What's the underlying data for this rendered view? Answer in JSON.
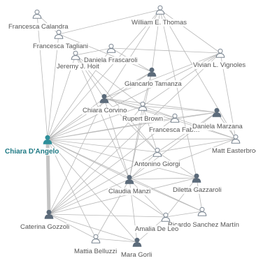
{
  "colors": {
    "edge": "#b8b8b8",
    "edge_strong": "#c4c4c4",
    "node_outline": "#7a8591",
    "node_filled": "#5c6b7a",
    "node_focus": "#2e8f9a",
    "label": "#555555",
    "label_focus": "#1f7a85"
  },
  "nodes": [
    {
      "id": "chiara_dangelo",
      "label": "Chiara D'Angelo",
      "icon": "person-icon",
      "style": "focus"
    },
    {
      "id": "francesca_calandra",
      "label": "Francesca Calandra",
      "icon": "person-outline-icon",
      "style": "outline"
    },
    {
      "id": "william_thomas",
      "label": "William E. Thomas",
      "icon": "person-outline-icon",
      "style": "outline"
    },
    {
      "id": "francesca_tagliani",
      "label": "Francesca Tagliani",
      "icon": "person-outline-icon",
      "style": "outline"
    },
    {
      "id": "daniela_frascaroli",
      "label": "Daniela Frascaroli",
      "icon": "person-outline-icon",
      "style": "outline"
    },
    {
      "id": "jeremy_hoit",
      "label": "Jeremy J. Hoit",
      "icon": "person-outline-icon",
      "style": "outline"
    },
    {
      "id": "vivian_vignoles",
      "label": "Vivian L. Vignoles",
      "icon": "person-outline-icon",
      "style": "outline"
    },
    {
      "id": "giancarlo_tamanza",
      "label": "Giancarlo Tamanza",
      "icon": "person-filled-icon",
      "style": "filled"
    },
    {
      "id": "chiara_corvino",
      "label": "Chiara Corvino",
      "icon": "person-filled-icon",
      "style": "filled"
    },
    {
      "id": "rupert_brown",
      "label": "Rupert Brown",
      "icon": "person-outline-icon",
      "style": "outline"
    },
    {
      "id": "francesca_fabbri",
      "label": "Francesca Fab…",
      "icon": "person-outline-icon",
      "style": "outline"
    },
    {
      "id": "daniela_marzana",
      "label": "Daniela Marzana",
      "icon": "person-filled-icon",
      "style": "filled"
    },
    {
      "id": "matt_easterbrook",
      "label": "Matt Easterbroo",
      "icon": "person-outline-icon",
      "style": "outline"
    },
    {
      "id": "antonino_giorgi",
      "label": "Antonino Giorgi",
      "icon": "person-outline-icon",
      "style": "outline"
    },
    {
      "id": "claudia_manzi",
      "label": "Claudia Manzi",
      "icon": "person-filled-icon",
      "style": "filled"
    },
    {
      "id": "diletta_gazzaroli",
      "label": "Diletta Gazzaroli",
      "icon": "person-filled-icon",
      "style": "filled"
    },
    {
      "id": "caterina_gozzoli",
      "label": "Caterina Gozzoli",
      "icon": "person-filled-icon",
      "style": "filled"
    },
    {
      "id": "ricardo_sanchez",
      "label": "Ricardo Sanchez Martín",
      "icon": "person-outline-icon",
      "style": "outline"
    },
    {
      "id": "amalia_deleo",
      "label": "Amalia De Leo",
      "icon": "person-outline-icon",
      "style": "outline"
    },
    {
      "id": "mattia_belluzzi",
      "label": "Mattia Belluzzi",
      "icon": "person-outline-icon",
      "style": "outline"
    },
    {
      "id": "mara_gorli",
      "label": "Mara Gorli",
      "icon": "person-filled-icon",
      "style": "filled"
    }
  ],
  "edges": [
    [
      "chiara_dangelo",
      "francesca_tagliani"
    ],
    [
      "chiara_dangelo",
      "jeremy_hoit"
    ],
    [
      "chiara_dangelo",
      "daniela_frascaroli"
    ],
    [
      "chiara_dangelo",
      "william_thomas"
    ],
    [
      "chiara_dangelo",
      "vivian_vignoles"
    ],
    [
      "chiara_dangelo",
      "giancarlo_tamanza"
    ],
    [
      "chiara_dangelo",
      "chiara_corvino"
    ],
    [
      "chiara_dangelo",
      "rupert_brown"
    ],
    [
      "chiara_dangelo",
      "francesca_fabbri"
    ],
    [
      "chiara_dangelo",
      "daniela_marzana"
    ],
    [
      "chiara_dangelo",
      "matt_easterbrook"
    ],
    [
      "chiara_dangelo",
      "antonino_giorgi"
    ],
    [
      "chiara_dangelo",
      "claudia_manzi"
    ],
    [
      "chiara_dangelo",
      "diletta_gazzaroli"
    ],
    [
      "chiara_dangelo",
      "caterina_gozzoli"
    ],
    [
      "chiara_dangelo",
      "ricardo_sanchez"
    ],
    [
      "chiara_dangelo",
      "amalia_deleo"
    ],
    [
      "chiara_dangelo",
      "mattia_belluzzi"
    ],
    [
      "chiara_dangelo",
      "mara_gorli"
    ],
    [
      "chiara_dangelo",
      "francesca_calandra"
    ],
    [
      "francesca_calandra",
      "francesca_tagliani"
    ],
    [
      "francesca_tagliani",
      "william_thomas"
    ],
    [
      "francesca_tagliani",
      "giancarlo_tamanza"
    ],
    [
      "jeremy_hoit",
      "daniela_frascaroli"
    ],
    [
      "jeremy_hoit",
      "chiara_corvino"
    ],
    [
      "jeremy_hoit",
      "antonino_giorgi"
    ],
    [
      "jeremy_hoit",
      "claudia_manzi"
    ],
    [
      "jeremy_hoit",
      "rupert_brown"
    ],
    [
      "daniela_frascaroli",
      "vivian_vignoles"
    ],
    [
      "daniela_frascaroli",
      "giancarlo_tamanza"
    ],
    [
      "william_thomas",
      "giancarlo_tamanza"
    ],
    [
      "william_thomas",
      "vivian_vignoles"
    ],
    [
      "william_thomas",
      "chiara_corvino"
    ],
    [
      "william_thomas",
      "matt_easterbrook"
    ],
    [
      "william_thomas",
      "diletta_gazzaroli"
    ],
    [
      "vivian_vignoles",
      "chiara_corvino"
    ],
    [
      "vivian_vignoles",
      "matt_easterbrook"
    ],
    [
      "vivian_vignoles",
      "rupert_brown"
    ],
    [
      "vivian_vignoles",
      "caterina_gozzoli"
    ],
    [
      "giancarlo_tamanza",
      "chiara_corvino"
    ],
    [
      "giancarlo_tamanza",
      "rupert_brown"
    ],
    [
      "giancarlo_tamanza",
      "claudia_manzi"
    ],
    [
      "chiara_corvino",
      "rupert_brown"
    ],
    [
      "chiara_corvino",
      "francesca_fabbri"
    ],
    [
      "chiara_corvino",
      "daniela_marzana"
    ],
    [
      "chiara_corvino",
      "antonino_giorgi"
    ],
    [
      "chiara_corvino",
      "claudia_manzi"
    ],
    [
      "chiara_corvino",
      "caterina_gozzoli"
    ],
    [
      "chiara_corvino",
      "matt_easterbrook"
    ],
    [
      "rupert_brown",
      "francesca_fabbri"
    ],
    [
      "rupert_brown",
      "daniela_marzana"
    ],
    [
      "rupert_brown",
      "antonino_giorgi"
    ],
    [
      "rupert_brown",
      "caterina_gozzoli"
    ],
    [
      "rupert_brown",
      "claudia_manzi"
    ],
    [
      "francesca_fabbri",
      "daniela_marzana"
    ],
    [
      "francesca_fabbri",
      "matt_easterbrook"
    ],
    [
      "francesca_fabbri",
      "caterina_gozzoli"
    ],
    [
      "daniela_marzana",
      "matt_easterbrook"
    ],
    [
      "daniela_marzana",
      "antonino_giorgi"
    ],
    [
      "daniela_marzana",
      "claudia_manzi"
    ],
    [
      "matt_easterbrook",
      "antonino_giorgi"
    ],
    [
      "matt_easterbrook",
      "claudia_manzi"
    ],
    [
      "antonino_giorgi",
      "claudia_manzi"
    ],
    [
      "antonino_giorgi",
      "caterina_gozzoli"
    ],
    [
      "antonino_giorgi",
      "diletta_gazzaroli"
    ],
    [
      "claudia_manzi",
      "diletta_gazzaroli"
    ],
    [
      "claudia_manzi",
      "caterina_gozzoli"
    ],
    [
      "claudia_manzi",
      "ricardo_sanchez"
    ],
    [
      "claudia_manzi",
      "amalia_deleo"
    ],
    [
      "claudia_manzi",
      "mara_gorli"
    ],
    [
      "claudia_manzi",
      "mattia_belluzzi"
    ],
    [
      "diletta_gazzaroli",
      "ricardo_sanchez"
    ],
    [
      "diletta_gazzaroli",
      "amalia_deleo"
    ],
    [
      "diletta_gazzaroli",
      "caterina_gozzoli"
    ],
    [
      "caterina_gozzoli",
      "mattia_belluzzi"
    ],
    [
      "caterina_gozzoli",
      "mara_gorli"
    ],
    [
      "caterina_gozzoli",
      "amalia_deleo"
    ],
    [
      "ricardo_sanchez",
      "amalia_deleo"
    ],
    [
      "amalia_deleo",
      "mara_gorli"
    ],
    [
      "mattia_belluzzi",
      "mara_gorli"
    ]
  ],
  "strong_edges": [
    [
      "chiara_dangelo",
      "caterina_gozzoli"
    ]
  ]
}
